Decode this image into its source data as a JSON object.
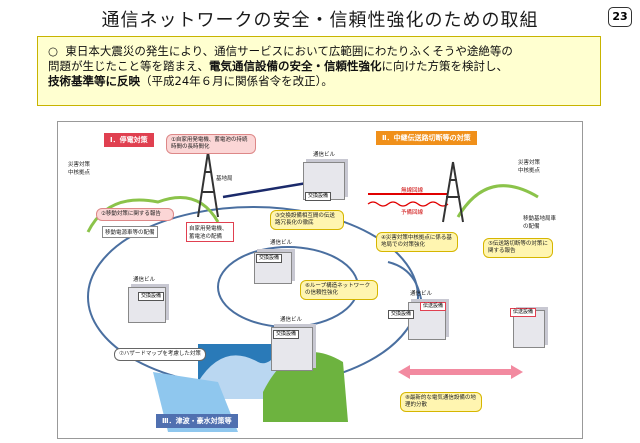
{
  "title": "通信ネットワークの安全・信頼性強化のための取組",
  "page_number": "23",
  "summary": {
    "bullet": "○",
    "line1": "東日本大震災の発生により、通信サービスにおいて広範囲にわたりふくそうや途絶等の",
    "line2a": "問題が生じたこと等を踏まえ、",
    "line2b": "電気通信設備の安全・信頼性強化",
    "line2c": "に向けた方策を検討し、",
    "line3a": "技術基準等に反映",
    "line3b": "（平成24年６月に関係省令を改正）。"
  },
  "diagram": {
    "banner1": "Ⅰ．停電対策",
    "banner2": "Ⅱ．中継伝送路切断等の対策",
    "banner3": "Ⅲ．津波・豪水対策等",
    "note1": "①自家用発電機、蓄電池の持続時間の長時間化",
    "note2": "②移動対策に関する報告",
    "note3": "③交換設備相互間の伝送路冗長化の徹底",
    "note4": "④災害対策中核拠点に係る基地局での対策強化",
    "note5": "⑤伝送路切断等の対策に関する報告",
    "note6": "⑥ループ構造ネットワークの信頼性強化",
    "note7": "⑦ハザードマップを考慮した対策",
    "note8": "⑧最新的な電気通信設備の地理的分散",
    "label_hub_left": "災害対策中核拠点",
    "label_hub_right": "災害対策中核拠点",
    "label_basestation": "基地局",
    "label_mobile_power": "移動電源車等の配備",
    "label_generator": "自家用発電機、蓄電池の配備",
    "label_mobile_base": "移動基地局車の配備",
    "label_radio1": "無線回線",
    "label_radio2": "予備回線",
    "building_label": "通信ビル",
    "tag_exchange": "交換設備",
    "tag_transmission": "伝送設備"
  },
  "colors": {
    "banner_red": "#e04050",
    "banner_orange": "#f0901a",
    "banner_blue": "#5070b0",
    "ring": "#4a6fa0",
    "radio": "#e00000"
  }
}
